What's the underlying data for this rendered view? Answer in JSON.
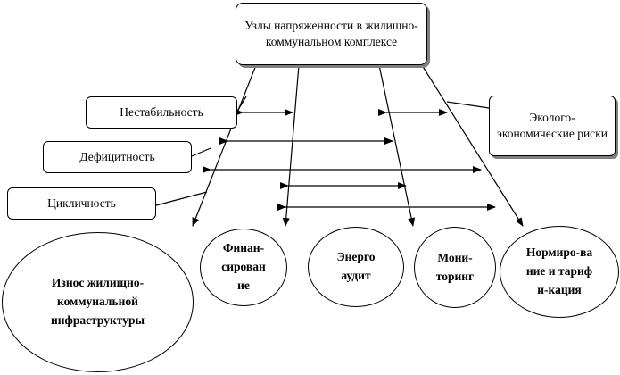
{
  "title": "Узлы напряженности в жилищно-коммунальном комплексе",
  "risks": "Эколого-экономические риски",
  "factors": {
    "instability": "Нестабильность",
    "deficit": "Дефицитность",
    "cyclicity": "Цикличность"
  },
  "nodes": {
    "wear": "Износ жилищно-коммунальной инфраструктуры",
    "financing": "Финан-сирован ие",
    "energy_audit": "Энерго аудит",
    "monitoring": "Мони-торинг",
    "regulation": "Нормиро-вание и тарифи-кация"
  }
}
